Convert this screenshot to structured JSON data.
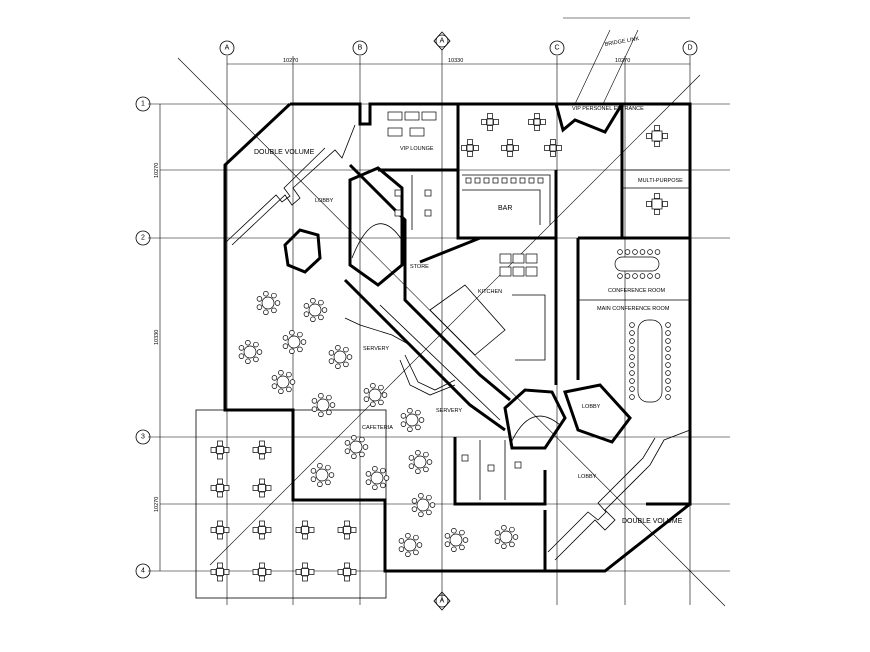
{
  "grid": {
    "columns": [
      "A",
      "B",
      "A",
      "C",
      "D"
    ],
    "rows": [
      "1",
      "2",
      "3",
      "4"
    ],
    "dims_horizontal": [
      "10270",
      "10330",
      "10270"
    ],
    "dims_vertical": [
      "10270",
      "10330",
      "10270"
    ]
  },
  "labels": {
    "bridge_link": "BRIDGE LINK",
    "vip_entrance": "VIP PERSONEL ENTRANCE",
    "double_volume_top": "DOUBLE VOLUME",
    "double_volume_bottom": "DOUBLE VOLUME",
    "vip_lounge": "VIP LOUNGE",
    "lobby_top": "LOBBY",
    "bar": "BAR",
    "multi_purpose": "MULTI-PURPOSE",
    "store": "STORE",
    "kitchen": "KITCHEN",
    "conference_room": "CONFERENCE ROOM",
    "main_conference_room": "MAIN CONFERENCE ROOM",
    "servery_left": "SERVERY",
    "servery_right": "SERVERY",
    "cafeteria": "CAFETERIA",
    "lobby_mid": "LOBBY",
    "lobby_right": "LOBBY"
  }
}
